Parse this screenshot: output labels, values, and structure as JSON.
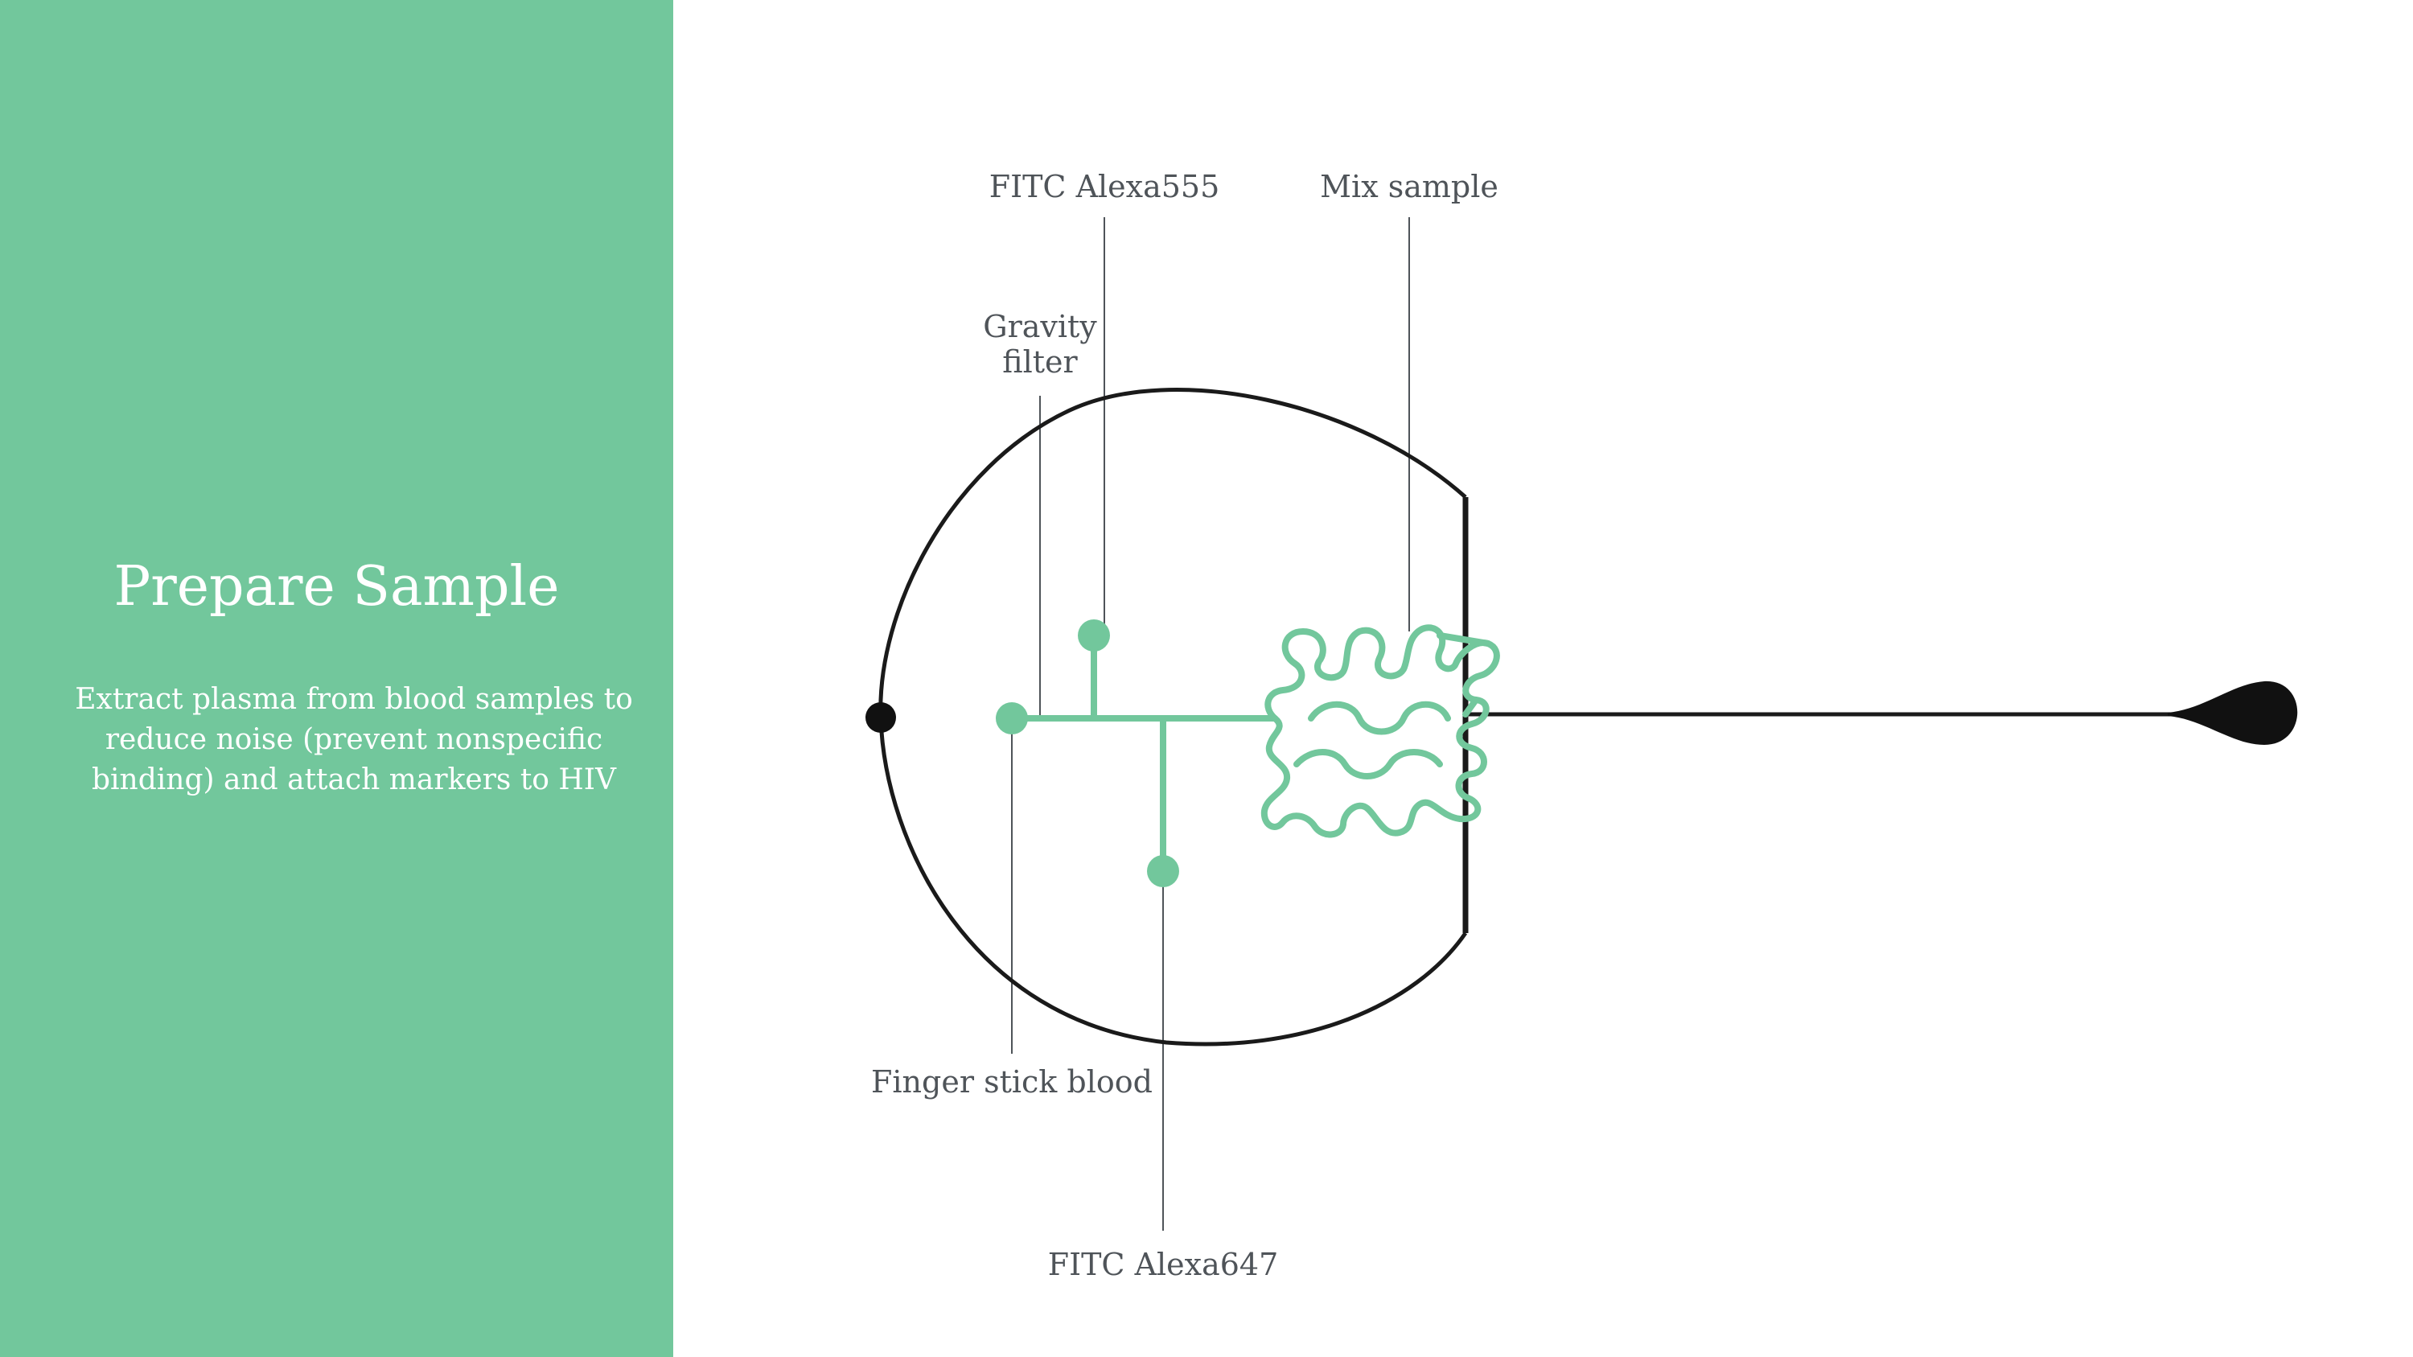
{
  "panel": {
    "title": "Prepare Sample",
    "description": "Extract plasma from blood samples to reduce noise (prevent nonspecific binding) and attach markers to HIV"
  },
  "diagram": {
    "labels": {
      "fitc_alexa555": "FITC Alexa555",
      "mix_sample": "Mix sample",
      "gravity_filter_line1": "Gravity",
      "gravity_filter_line2": "filter",
      "finger_stick_blood": "Finger stick blood",
      "fitc_alexa647": "FITC Alexa647"
    }
  },
  "colors": {
    "panel_bg": "#72c79c",
    "channel": "#72c79c",
    "outline": "#1a1a1a",
    "label_text": "#4f5459"
  }
}
